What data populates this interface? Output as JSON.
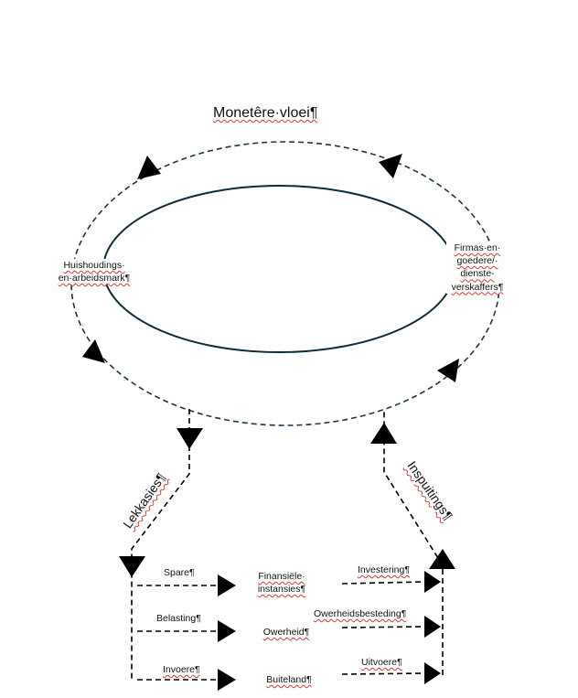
{
  "title": "Monetêre·vloei¶",
  "left_node": [
    "Huishoudings·",
    "en·arbeidsmark¶"
  ],
  "right_node": [
    "Firmas·en·",
    "goedere/·",
    "dienste-",
    "verskaffers¶"
  ],
  "leakage_label": "Lekkasies¶",
  "injection_label": "Inspuitings¶",
  "leakages": [
    "Spare¶",
    "Belasting¶",
    "Invoere¶"
  ],
  "intermediaries": [
    [
      "Finansiële·",
      "instansies¶"
    ],
    [
      "Owerheid¶"
    ],
    [
      "Buiteland¶"
    ]
  ],
  "injections": [
    "Investering¶",
    "Owerheidsbesteding¶",
    "Uitvoere¶"
  ],
  "colors": {
    "outer_loop": "#1b3447",
    "inner_loop": "#0f2a3a",
    "arrow": "#000000",
    "spell_underline": "#d23a3a"
  }
}
